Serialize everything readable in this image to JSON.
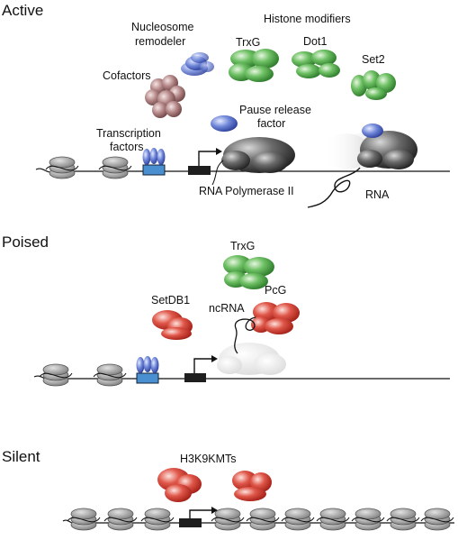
{
  "sections": {
    "active": "Active",
    "poised": "Poised",
    "silent": "Silent"
  },
  "labels": {
    "nucleosome_remodeler_1": "Nucleosome",
    "nucleosome_remodeler_2": "remodeler",
    "histone_modifiers": "Histone modifiers",
    "trxg_active": "TrxG",
    "dot1": "Dot1",
    "set2": "Set2",
    "cofactors": "Cofactors",
    "pause_release_1": "Pause release",
    "pause_release_2": "factor",
    "transcription_factors_1": "Transcription",
    "transcription_factors_2": "factors",
    "rna_polymerase": "RNA Polymerase II",
    "rna": "RNA",
    "trxg_poised": "TrxG",
    "setdb1": "SetDB1",
    "pcg": "PcG",
    "ncrna": "ncRNA",
    "h3k9kmts": "H3K9KMTs"
  },
  "colors": {
    "green": "#3f9a3a",
    "red": "#d23a2c",
    "blue": "#4a63c9",
    "mauve": "#9a6a6a",
    "gray": "#8f8f8f",
    "dark": "#2a2a2a",
    "tf_box": "#4a8fd0"
  }
}
